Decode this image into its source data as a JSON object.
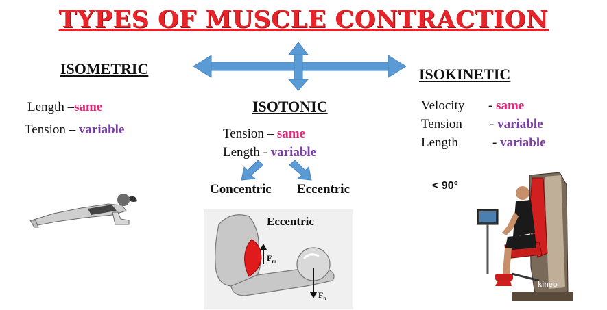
{
  "title": "TYPES OF MUSCLE CONTRACTION",
  "isometric": {
    "heading": "ISOMETRIC",
    "row1_label": "Length –",
    "row1_value": "same",
    "row2_label": "Tension – ",
    "row2_value": "variable"
  },
  "isotonic": {
    "heading": "ISOTONIC",
    "row1_label": "Tension – ",
    "row1_value": "same",
    "row2_label": "Length - ",
    "row2_value": "variable",
    "concentric": "Concentric",
    "eccentric": "Eccentric"
  },
  "isokinetic": {
    "heading": "ISOKINETIC",
    "row1_label": "Velocity",
    "row1_sep": "-",
    "row1_value": "same",
    "row2_label": "Tension",
    "row2_sep": "-",
    "row2_value": "variable",
    "row3_label": "Length",
    "row3_sep": "-",
    "row3_value": "variable",
    "angle": "< 90°"
  },
  "eccentric_figure": {
    "label": "Eccentric",
    "force_muscle": "F",
    "force_muscle_sub": "m",
    "force_ball": "F",
    "force_ball_sub": "b"
  },
  "device_logo": "kineo",
  "colors": {
    "title": "#e8242b",
    "same": "#e8247a",
    "variable": "#7b3fa6",
    "arrows": "#5b9bd5"
  },
  "icons": [
    "cross-arrows",
    "down-left-arrow",
    "down-right-arrow",
    "plank-figure",
    "arm-with-ball-figure",
    "isokinetic-machine"
  ]
}
